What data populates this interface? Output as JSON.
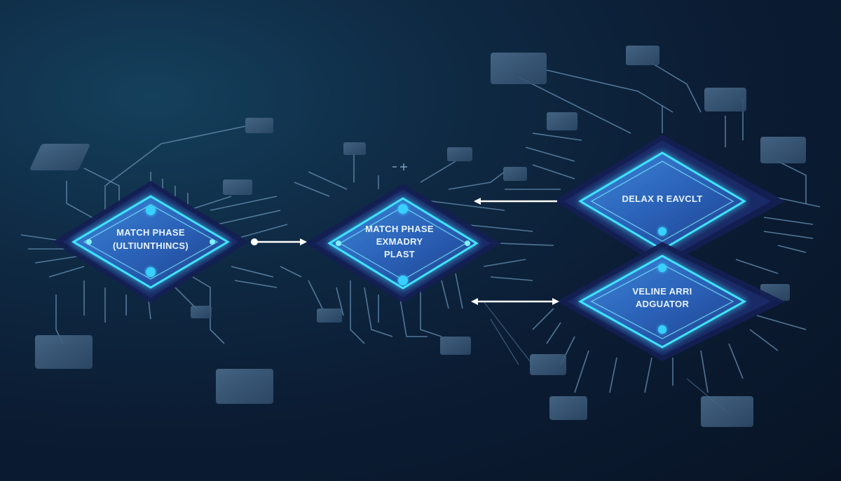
{
  "colors": {
    "background": "#0b1c33",
    "chip_glow": "#38d0ff",
    "chip_face": "#2f6fc4",
    "trace": "#5e86a8",
    "arrow": "#ffffff"
  },
  "chips": [
    {
      "id": "chip-1",
      "lines": [
        "MATCH PHASE",
        "(ULTIUNTHINCS)"
      ]
    },
    {
      "id": "chip-2",
      "lines": [
        "MATCH PHASE",
        "EXMADRY",
        "PLAST"
      ]
    },
    {
      "id": "chip-3",
      "lines": [
        "DELAX R EAVCLT"
      ]
    },
    {
      "id": "chip-4",
      "lines": [
        "VELINE ARRI",
        "ADGUATOR"
      ]
    }
  ],
  "connectors": [
    {
      "id": "arrow-1",
      "direction": "right"
    },
    {
      "id": "arrow-2",
      "direction": "left"
    },
    {
      "id": "arrow-3",
      "direction": "both"
    }
  ],
  "icons": [
    "circuit-chip-icon",
    "connector-pad-icon",
    "arrow-icon"
  ]
}
